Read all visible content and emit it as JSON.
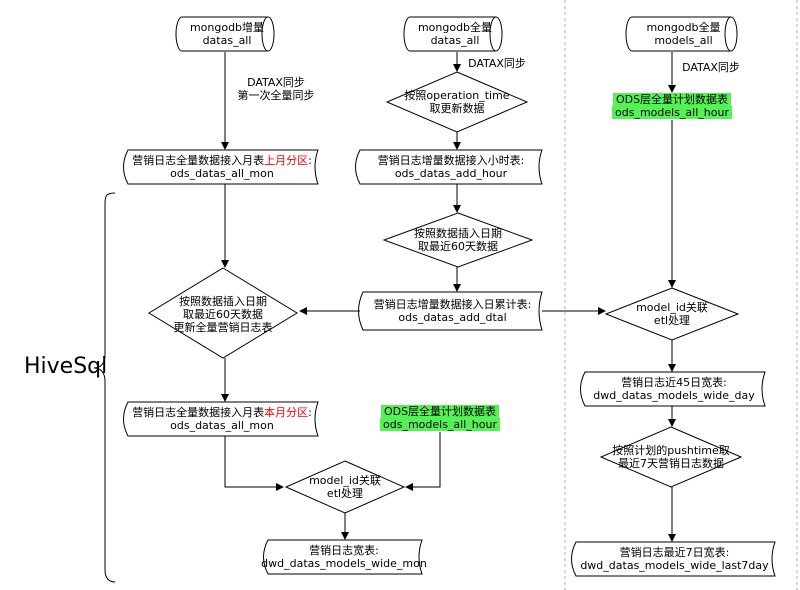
{
  "left": {
    "source": {
      "line1": "mongodb增量",
      "line2": "datas_all"
    },
    "sync_label": {
      "line1": "DATAX同步",
      "line2": "第一次全量同步"
    },
    "mon_table": {
      "prefix": "营销日志全量数据接入月表",
      "partition": "上月分区",
      "suffix": ":",
      "line2": "ods_datas_all_mon"
    },
    "decision": {
      "line1": "按照数据插入日期",
      "line2": "取最近60天数据",
      "line3": "更新全量营销日志表"
    },
    "mon_table2": {
      "prefix": "营销日志全量数据接入月表",
      "partition": "本月分区",
      "suffix": ":",
      "line2": "ods_datas_all_mon"
    },
    "plan_table": {
      "line1": "ODS层全量计划数据表",
      "line2": "ods_models_all_hour"
    },
    "join": {
      "line1": "model_id关联",
      "line2": "etl处理"
    },
    "wide": {
      "line1": "营销日志宽表:",
      "line2": "dwd_datas_models_wide_mon"
    }
  },
  "middle": {
    "source": {
      "line1": "mongodb全量",
      "line2": "datas_all"
    },
    "sync_label": "DATAX同步",
    "update": {
      "line1": "按照operation_time",
      "line2": "取更新数据"
    },
    "hour_table": {
      "line1": "营销日志增量数据接入小时表:",
      "line2": "ods_datas_add_hour"
    },
    "recent": {
      "line1": "按照数据插入日期",
      "line2": "取最近60天数据"
    },
    "dtal_table": {
      "line1": "营销日志增量数据接入日累计表:",
      "line2": "ods_datas_add_dtal"
    }
  },
  "right": {
    "source": {
      "line1": "mongodb全量",
      "line2": "models_all"
    },
    "sync_label": "DATAX同步",
    "plan_table": {
      "line1": "ODS层全量计划数据表",
      "line2": "ods_models_all_hour"
    },
    "join": {
      "line1": "model_id关联",
      "line2": "etl处理"
    },
    "wide_day": {
      "line1": "营销日志近45日宽表:",
      "line2": "dwd_datas_models_wide_day"
    },
    "filter": {
      "line1": "按照计划的pushtime取",
      "line2": "最近7天营销日志数据"
    },
    "wide_7day": {
      "line1": "营销日志最近7日宽表:",
      "line2": "dwd_datas_models_wide_last7day"
    }
  },
  "hive_label": "HiveSql",
  "colors": {
    "highlight": "#55f255",
    "partition": "#ff0000",
    "stroke": "#000000",
    "divider": "#b0b0b0"
  }
}
